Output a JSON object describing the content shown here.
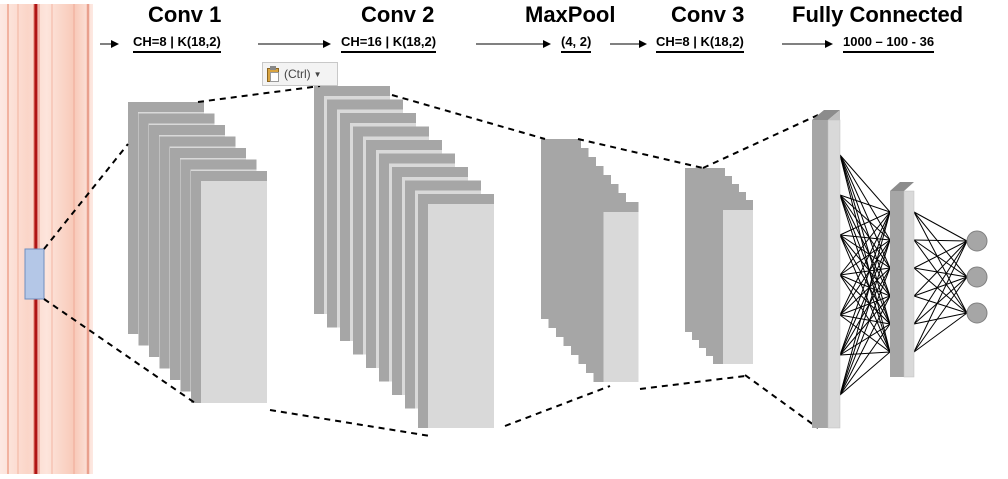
{
  "diagram": {
    "layers": [
      {
        "title": "Conv 1",
        "params": "CH=8 | K(18,2)"
      },
      {
        "title": "Conv 2",
        "params": "CH=16 | K(18,2)"
      },
      {
        "title": "MaxPool",
        "params": "(4, 2)"
      },
      {
        "title": "Conv 3",
        "params": "CH=8 | K(18,2)"
      },
      {
        "title": "Fully Connected",
        "params": "1000 – 100 - 36"
      }
    ],
    "paste_options": {
      "label": "(Ctrl)",
      "icon": "clipboard-icon"
    },
    "colors": {
      "feature_map_dark": "#a6a6a6",
      "feature_map_light": "#d9d9d9",
      "heatmap_base": "#fbe3da",
      "heatmap_line": "#b01515",
      "highlight_box": "#b4c7e7",
      "output_node": "#a6a6a6"
    }
  }
}
